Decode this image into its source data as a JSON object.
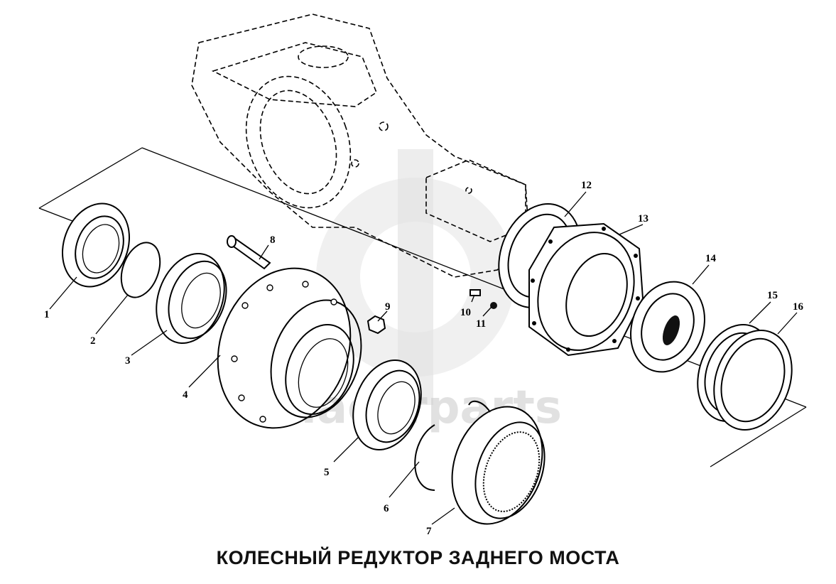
{
  "title": "КОЛЕСНЫЙ РЕДУКТОР ЗАДНЕГО МОСТА",
  "watermark": {
    "text": "dacarparts",
    "color": "#c8c8c8"
  },
  "callouts": [
    "1",
    "2",
    "3",
    "4",
    "5",
    "6",
    "7",
    "8",
    "9",
    "10",
    "11",
    "12",
    "13",
    "14",
    "15",
    "16"
  ],
  "colors": {
    "ink": "#000000",
    "background": "#ffffff"
  }
}
